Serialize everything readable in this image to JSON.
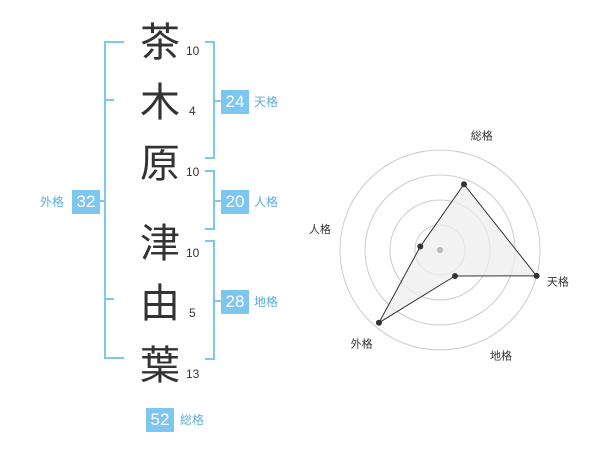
{
  "characters": [
    {
      "char": "茶",
      "strokes": "10"
    },
    {
      "char": "木",
      "strokes": "4"
    },
    {
      "char": "原",
      "strokes": "10"
    },
    {
      "char": "津",
      "strokes": "10"
    },
    {
      "char": "由",
      "strokes": "5"
    },
    {
      "char": "葉",
      "strokes": "13"
    }
  ],
  "kaku": {
    "tenkaku": {
      "value": "24",
      "label": "天格"
    },
    "jinkaku": {
      "value": "20",
      "label": "人格"
    },
    "chikaku": {
      "value": "28",
      "label": "地格"
    },
    "gaikaku": {
      "value": "32",
      "label": "外格"
    },
    "soukaku": {
      "value": "52",
      "label": "総格"
    }
  },
  "colors": {
    "accent": "#7cc6f0",
    "label": "#5aaee0",
    "text": "#333333"
  },
  "chart_data": {
    "type": "radar",
    "axes": [
      "総格",
      "天格",
      "地格",
      "外格",
      "人格"
    ],
    "values": [
      0.7,
      1.0,
      0.3,
      0.95,
      0.2
    ],
    "grid_rings": 4,
    "range": [
      0,
      1
    ]
  }
}
